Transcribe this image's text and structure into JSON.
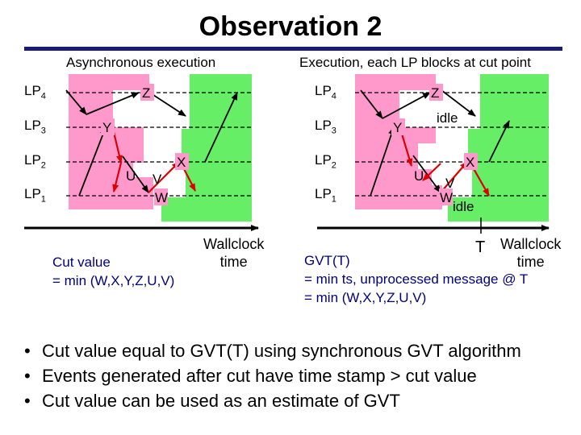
{
  "title": "Observation 2",
  "left_panel": {
    "heading": "Asynchronous execution",
    "lp_labels": [
      {
        "base": "LP",
        "sub": "4"
      },
      {
        "base": "LP",
        "sub": "3"
      },
      {
        "base": "LP",
        "sub": "2"
      },
      {
        "base": "LP",
        "sub": "1"
      }
    ],
    "events": {
      "z": "Z",
      "y": "Y",
      "x": "X",
      "u": "U",
      "v": "V",
      "w": "W"
    },
    "axis_label": "Wallclock\ntime",
    "caption_line1": "Cut value",
    "caption_line2": "= min (W,X,Y,Z,U,V)"
  },
  "right_panel": {
    "heading": "Execution, each LP blocks at cut point",
    "lp_labels": [
      {
        "base": "LP",
        "sub": "4"
      },
      {
        "base": "LP",
        "sub": "3"
      },
      {
        "base": "LP",
        "sub": "2"
      },
      {
        "base": "LP",
        "sub": "1"
      }
    ],
    "events": {
      "z": "Z",
      "y": "Y",
      "x": "X",
      "u": "U",
      "v": "V",
      "w": "W"
    },
    "idle_top": "idle",
    "idle_bottom": "idle",
    "t_marker": "T",
    "axis_label": "Wallclock\ntime",
    "caption_line1": "GVT(T)",
    "caption_line2": "= min ts, unprocessed message @ T",
    "caption_line3": "= min (W,X,Y,Z,U,V)"
  },
  "bullets": [
    "Cut value equal to GVT(T) using synchronous GVT algorithm",
    "Events generated after cut have time stamp > cut value",
    "Cut value can be used as an estimate of GVT"
  ],
  "colors": {
    "pink": "#ff99cc",
    "green": "#66ee66",
    "arrow_black": "#000000",
    "arrow_red": "#dd0000",
    "text_navy": "#00007f"
  }
}
